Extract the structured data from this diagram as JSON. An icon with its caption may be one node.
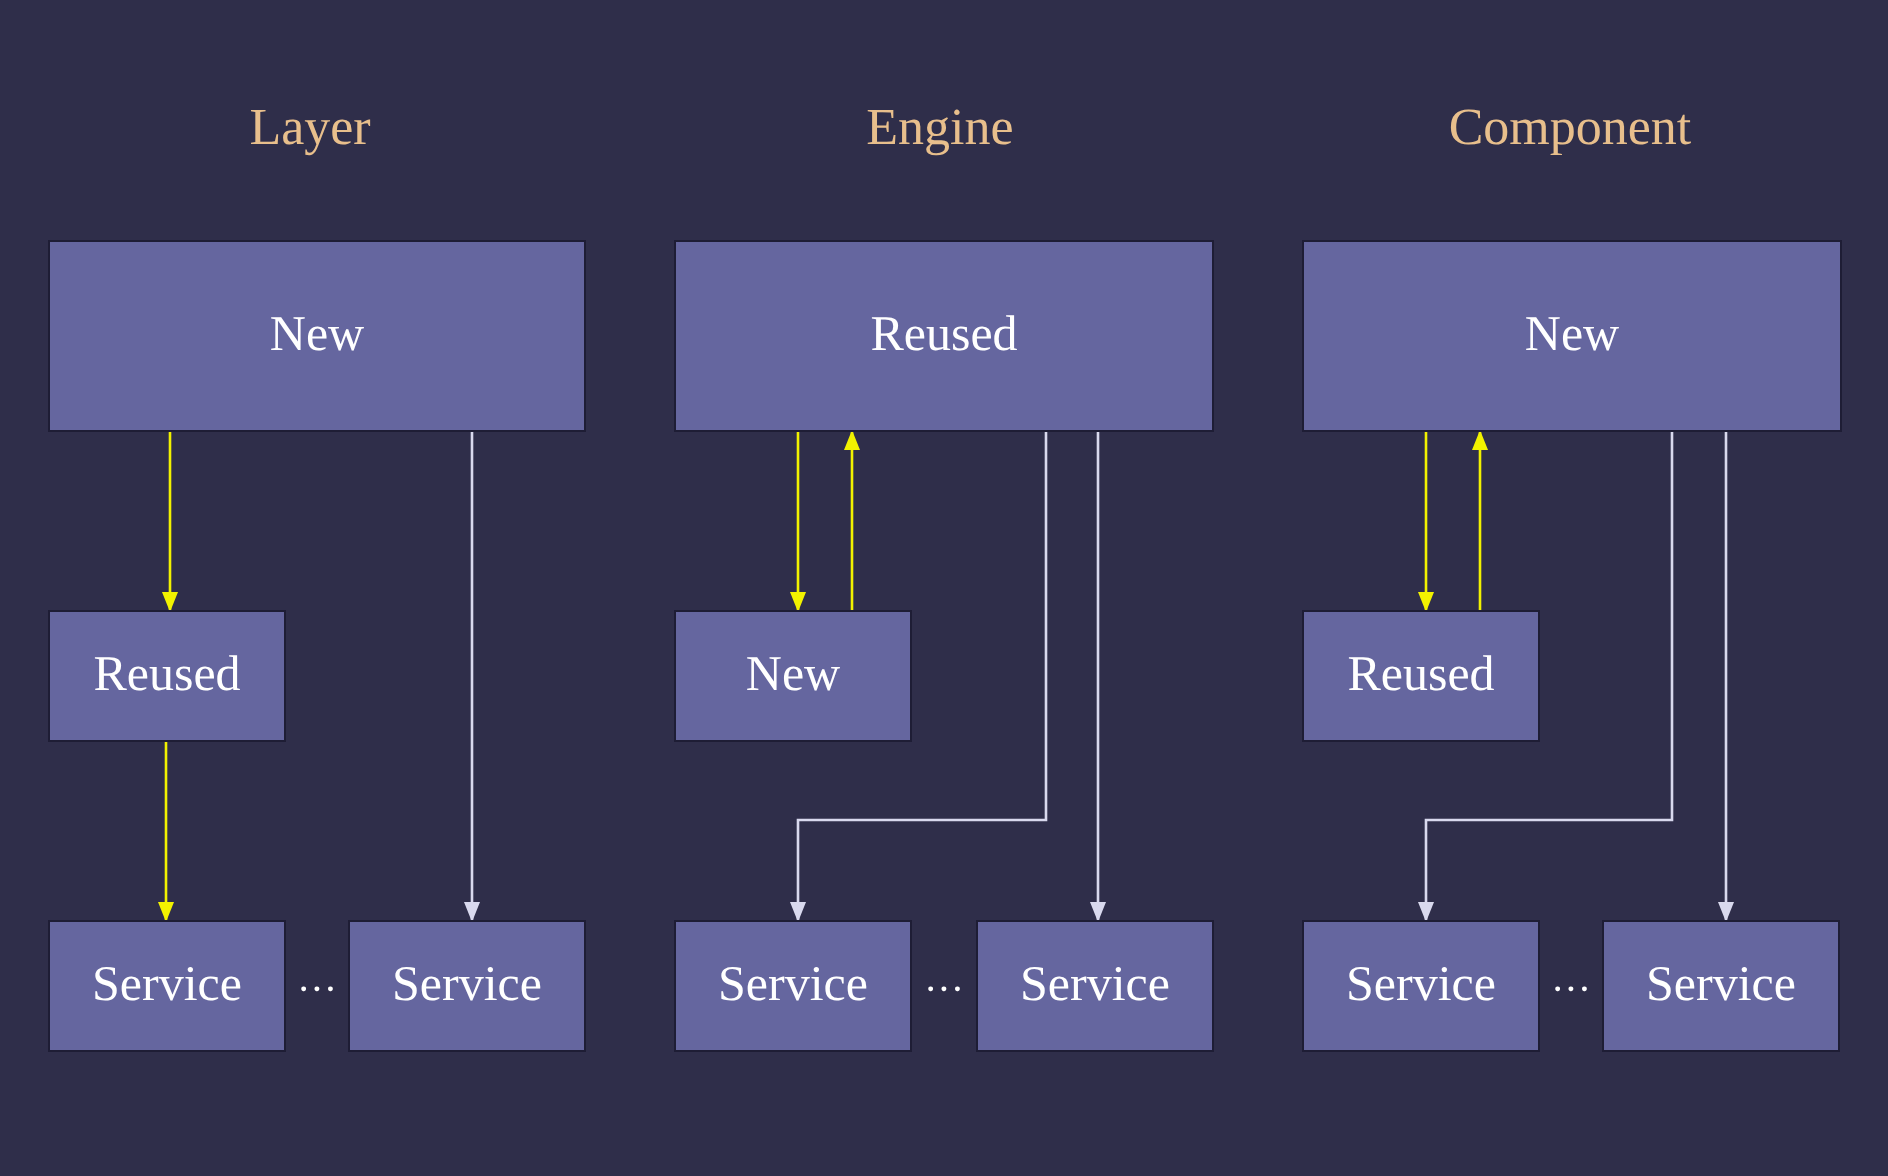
{
  "diagram": {
    "nodes": [
      {
        "text": [
          "New"
        ]
      },
      {
        "text": [
          "Reused"
        ]
      },
      {
        "text": [
          "Service"
        ]
      },
      {
        "text": [
          "Service"
        ]
      },
      {
        "text": [
          "Reused"
        ]
      },
      {
        "text": [
          "New"
        ]
      },
      {
        "text": [
          "Service"
        ]
      },
      {
        "text": [
          "Service"
        ]
      },
      {
        "text": [
          "New"
        ]
      },
      {
        "text": [
          "Reused"
        ]
      },
      {
        "text": [
          "Service"
        ]
      },
      {
        "text": [
          "Service"
        ]
      }
    ],
    "edges": [
      {
        "from": 0,
        "to": 1,
        "arrow": "to"
      },
      {
        "from": 1,
        "to": 2,
        "arrow": "to"
      },
      {
        "from": 0,
        "to": 3,
        "arrow": "to",
        "color": "#d9d9ee"
      },
      {
        "from": 4,
        "to": 5,
        "arrow": "to"
      },
      {
        "from": 5,
        "to": 4,
        "arrow": "to"
      },
      {
        "from": 4,
        "to": 6,
        "arrow": "to",
        "color": "#d9d9ee"
      },
      {
        "from": 4,
        "to": 7,
        "arrow": "to",
        "color": "#d9d9ee"
      },
      {
        "from": 8,
        "to": 9,
        "arrow": "to"
      },
      {
        "from": 9,
        "to": 8,
        "arrow": "to"
      },
      {
        "from": 8,
        "to": 10,
        "arrow": "to",
        "color": "#d9d9ee"
      },
      {
        "from": 8,
        "to": 11,
        "arrow": "to",
        "color": "#d9d9ee"
      }
    ],
    "labels": [
      "Layer",
      "Engine",
      "Component",
      "···",
      "···",
      "···"
    ]
  }
}
